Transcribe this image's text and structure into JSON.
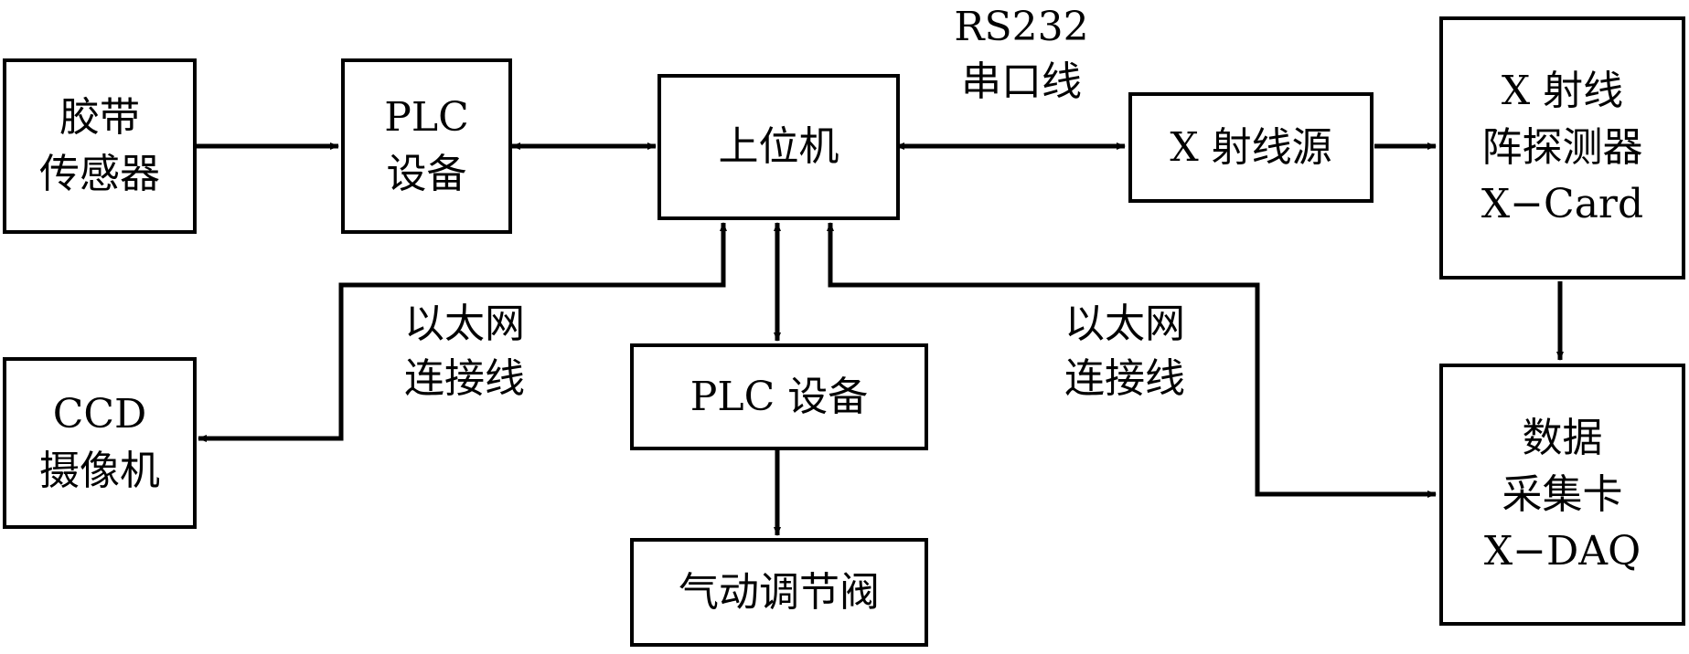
{
  "nodes": {
    "belt_sensor": {
      "lines": [
        "胶带",
        "传感器"
      ]
    },
    "plc_device_top": {
      "lines": [
        "PLC",
        "设备"
      ]
    },
    "host_pc": {
      "lines": [
        "上位机"
      ]
    },
    "xray_source": {
      "lines": [
        "X 射线源"
      ]
    },
    "xray_detector": {
      "lines": [
        "X 射线",
        "阵探测器",
        "X−Card"
      ]
    },
    "ccd_camera": {
      "lines": [
        "CCD",
        "摄像机"
      ]
    },
    "plc_device_mid": {
      "lines": [
        "PLC 设备"
      ]
    },
    "pneumatic_valve": {
      "lines": [
        "气动调节阀"
      ]
    },
    "data_acq_card": {
      "lines": [
        "数据",
        "采集卡",
        "X−DAQ"
      ]
    }
  },
  "labels": {
    "rs232": {
      "lines": [
        "RS232",
        "串口线"
      ]
    },
    "ethernet_left": {
      "lines": [
        "以太网",
        "连接线"
      ]
    },
    "ethernet_right": {
      "lines": [
        "以太网",
        "连接线"
      ]
    }
  }
}
